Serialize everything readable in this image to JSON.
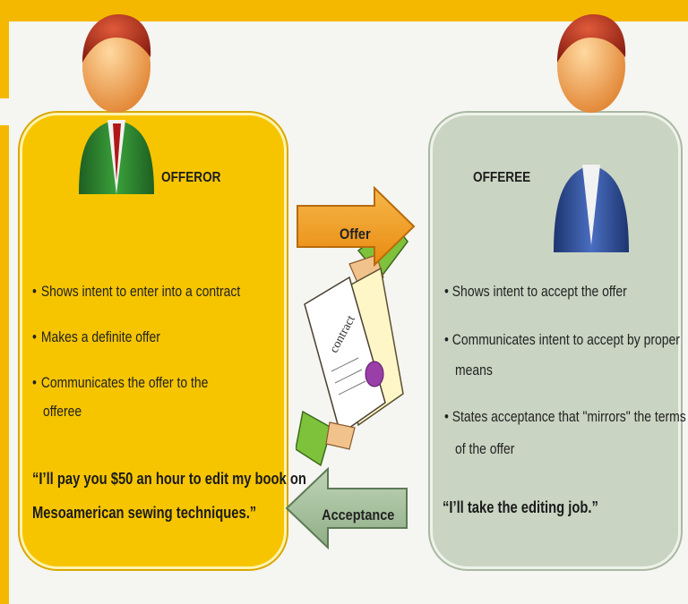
{
  "offeror": {
    "title": "OFFEROR",
    "bullets": [
      "Shows intent to enter into a contract",
      "Makes a definite offer",
      "Communicates the offer to the",
      "offeree"
    ],
    "quote_lines": [
      "“I’ll pay you $50 an hour to edit my  book on",
      "Mesoamerican sewing techniques.”"
    ]
  },
  "offeree": {
    "title": "OFFEREE",
    "bullets": [
      "Shows intent to accept the offer",
      "Communicates intent to accept by proper",
      "means",
      "States acceptance that \"mirrors\" the terms",
      "of the offer"
    ],
    "quote": "“I’ll take the editing job.”"
  },
  "arrows": {
    "offer_label": "Offer",
    "acceptance_label": "Acceptance"
  },
  "document": {
    "text": "contract"
  },
  "colors": {
    "offeror_panel": "#f6c500",
    "offeree_panel": "#c9d4c2",
    "offer_arrow": "#f4a21a",
    "acceptance_arrow": "#a7c0a0",
    "offeror_suit": "#3a8a3a",
    "offeree_suit": "#3a5aa0"
  }
}
